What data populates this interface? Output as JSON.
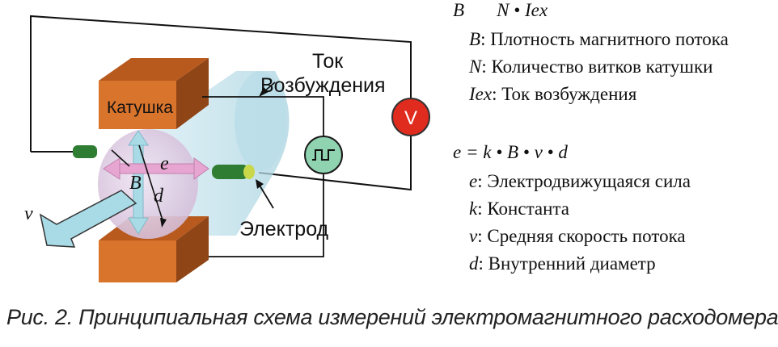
{
  "diagram": {
    "coil_label": "Катушка",
    "excitation_label_line1": "Ток",
    "excitation_label_line2": "Возбуждения",
    "electrode_label": "Электрод",
    "voltmeter_label": "V",
    "symbol_B": "B",
    "symbol_e": "e",
    "symbol_d": "d",
    "symbol_v": "v"
  },
  "legend": {
    "formula1": {
      "left": "B",
      "right": "N • Iex"
    },
    "defs1": [
      {
        "sym": "B",
        "text": ": Плотность магнитного потока"
      },
      {
        "sym": "N",
        "text": ": Количество витков катушки"
      },
      {
        "sym": "Iex",
        "text": ": Ток возбуждения"
      }
    ],
    "formula2": "e = k • B • v • d",
    "defs2": [
      {
        "sym": "e",
        "text": ": Электродвижущаяся сила"
      },
      {
        "sym": "k",
        "text": ": Константа"
      },
      {
        "sym": "v",
        "text": ": Средняя скорость потока"
      },
      {
        "sym": "d",
        "text": ": Внутренний диаметр"
      }
    ]
  },
  "caption": "Рис. 2. Принципиальная схема измерений электромагнитного расходомера",
  "colors": {
    "coil": "#d9742c",
    "coil_top": "#b85a1e",
    "pipe": "#bfe0ea",
    "electrode": "#2e7d32",
    "voltmeter": "#e02b1f",
    "waveform_bg": "#8fd3b0",
    "arrow_pink": "#e7a6d2",
    "arrow_cyan": "#a9dbe6"
  }
}
